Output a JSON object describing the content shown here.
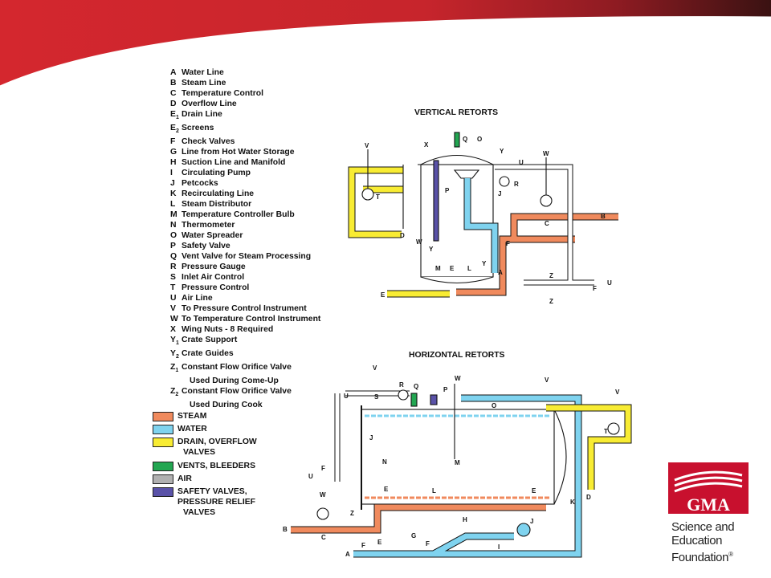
{
  "legend": [
    {
      "key": "A",
      "sub": "",
      "label": "Water Line"
    },
    {
      "key": "B",
      "sub": "",
      "label": "Steam Line"
    },
    {
      "key": "C",
      "sub": "",
      "label": "Temperature Control"
    },
    {
      "key": "D",
      "sub": "",
      "label": "Overflow Line"
    },
    {
      "key": "E",
      "sub": "1",
      "label": "Drain Line"
    },
    {
      "key": "E",
      "sub": "2",
      "label": "Screens"
    },
    {
      "key": "F",
      "sub": "",
      "label": "Check Valves"
    },
    {
      "key": "G",
      "sub": "",
      "label": "Line from Hot Water Storage"
    },
    {
      "key": "H",
      "sub": "",
      "label": "Suction Line and Manifold"
    },
    {
      "key": "I",
      "sub": "",
      "label": "Circulating Pump"
    },
    {
      "key": "J",
      "sub": "",
      "label": "Petcocks"
    },
    {
      "key": "K",
      "sub": "",
      "label": "Recirculating Line"
    },
    {
      "key": "L",
      "sub": "",
      "label": "Steam Distributor"
    },
    {
      "key": "M",
      "sub": "",
      "label": "Temperature Controller Bulb"
    },
    {
      "key": "N",
      "sub": "",
      "label": "Thermometer"
    },
    {
      "key": "O",
      "sub": "",
      "label": "Water Spreader"
    },
    {
      "key": "P",
      "sub": "",
      "label": "Safety Valve"
    },
    {
      "key": "Q",
      "sub": "",
      "label": "Vent Valve for Steam Processing"
    },
    {
      "key": "R",
      "sub": "",
      "label": "Pressure Gauge"
    },
    {
      "key": "S",
      "sub": "",
      "label": "Inlet Air Control"
    },
    {
      "key": "T",
      "sub": "",
      "label": "Pressure Control"
    },
    {
      "key": "U",
      "sub": "",
      "label": "Air Line"
    },
    {
      "key": "V",
      "sub": "",
      "label": "To Pressure Control Instrument"
    },
    {
      "key": "W",
      "sub": "",
      "label": "To Temperature Control Instrument"
    },
    {
      "key": "X",
      "sub": "",
      "label": "Wing Nuts - 8 Required"
    },
    {
      "key": "Y",
      "sub": "1",
      "label": "Crate Support"
    },
    {
      "key": "Y",
      "sub": "2",
      "label": "Crate Guides"
    },
    {
      "key": "Z",
      "sub": "1",
      "label": "Constant Flow Orifice Valve"
    },
    {
      "key": "",
      "sub": "",
      "label": "Used During Come-Up",
      "indent": true
    },
    {
      "key": "Z",
      "sub": "2",
      "label": "Constant Flow Orifice Valve"
    },
    {
      "key": "",
      "sub": "",
      "label": "Used During Cook",
      "indent": true
    }
  ],
  "color_key": [
    {
      "label": "STEAM",
      "label2": "",
      "color": "#f08a5d"
    },
    {
      "label": "WATER",
      "label2": "",
      "color": "#7fd3ef"
    },
    {
      "label": "DRAIN, OVERFLOW",
      "label2": "VALVES",
      "color": "#f8ec33"
    },
    {
      "label": "VENTS, BLEEDERS",
      "label2": "",
      "color": "#22a651"
    },
    {
      "label": "AIR",
      "label2": "",
      "color": "#b1b1b1"
    },
    {
      "label": "SAFETY VALVES,",
      "label2": "PRESSURE RELIEF",
      "label3": "VALVES",
      "color": "#5a52a8"
    }
  ],
  "titles": {
    "vertical": "VERTICAL RETORTS",
    "horizontal": "HORIZONTAL RETORTS"
  },
  "colors": {
    "banner_red": "#d4272e",
    "banner_dark": "#4a1515",
    "steam": "#f08a5d",
    "water": "#7fd3ef",
    "drain": "#f8ec33",
    "vent": "#22a651",
    "air": "#b1b1b1",
    "safety": "#5a52a8",
    "logo_red": "#c8102e"
  },
  "logo": {
    "mark": "GMA",
    "line1": "Science and",
    "line2": "Education",
    "line3": "Foundation",
    "reg": "®"
  }
}
